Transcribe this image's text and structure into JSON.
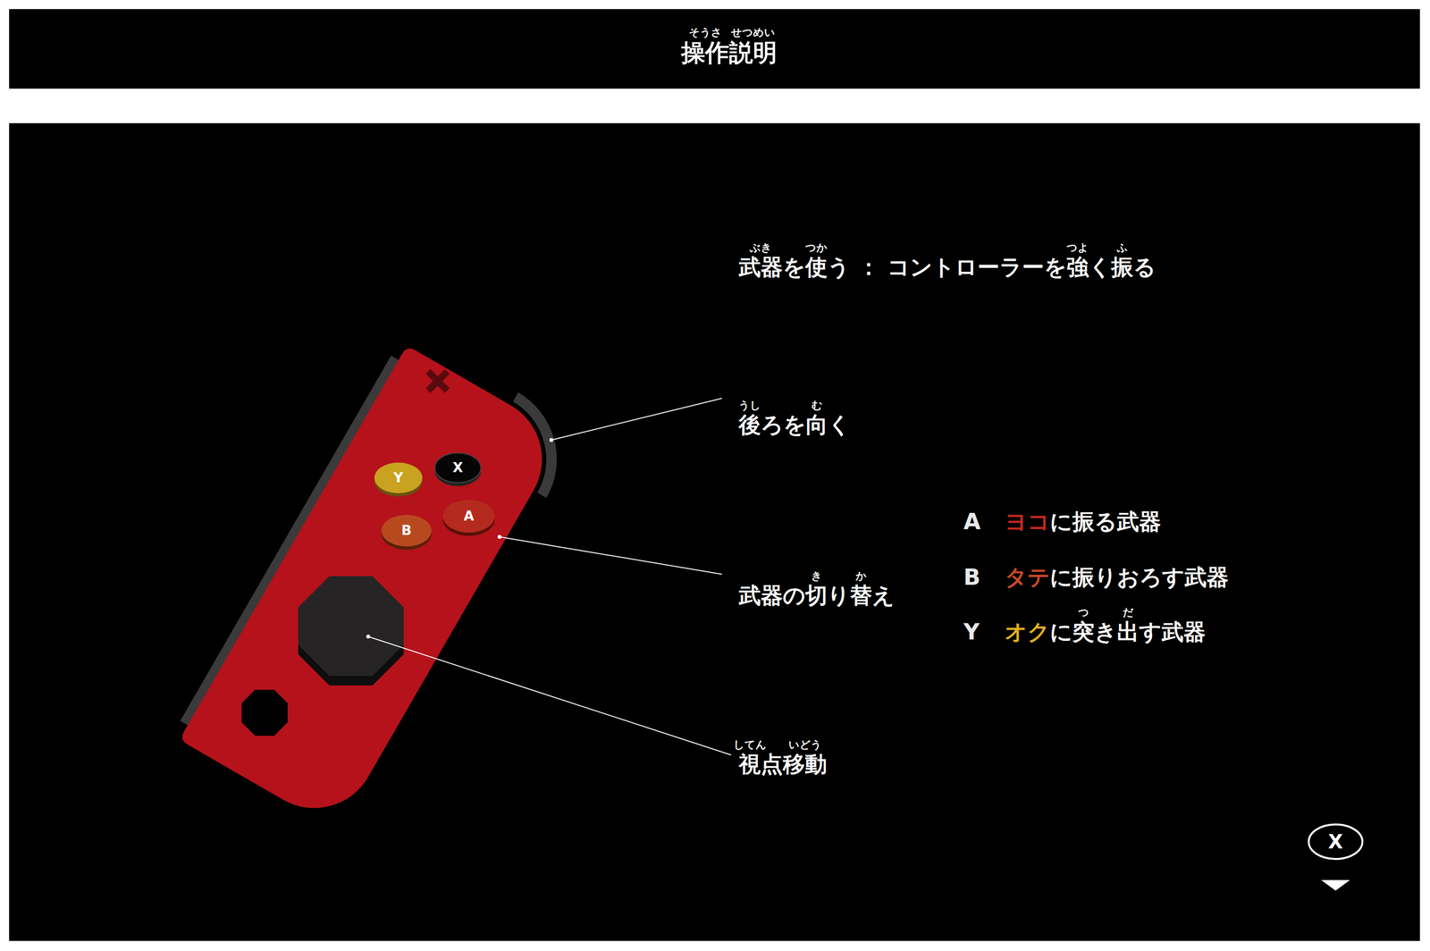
{
  "diagram": {
    "title": "操作説明",
    "labels": [
      "そうさ",
      "せつめい",
      "武器を使う ： コントローラーを強く振る",
      "ぶき",
      "つか",
      "つよ",
      "ふ",
      "後ろを向く",
      "うし",
      "む",
      "武器の切り替え",
      "き",
      "か",
      "視点移動",
      "してん",
      "いどう",
      "A",
      "ヨコ",
      "に振る武器",
      "B",
      "タテ",
      "に振りおろす武器",
      "Y",
      "オク",
      "に突き出す武器",
      "つ",
      "だ",
      "Y",
      "X",
      "B",
      "A",
      "X"
    ]
  }
}
